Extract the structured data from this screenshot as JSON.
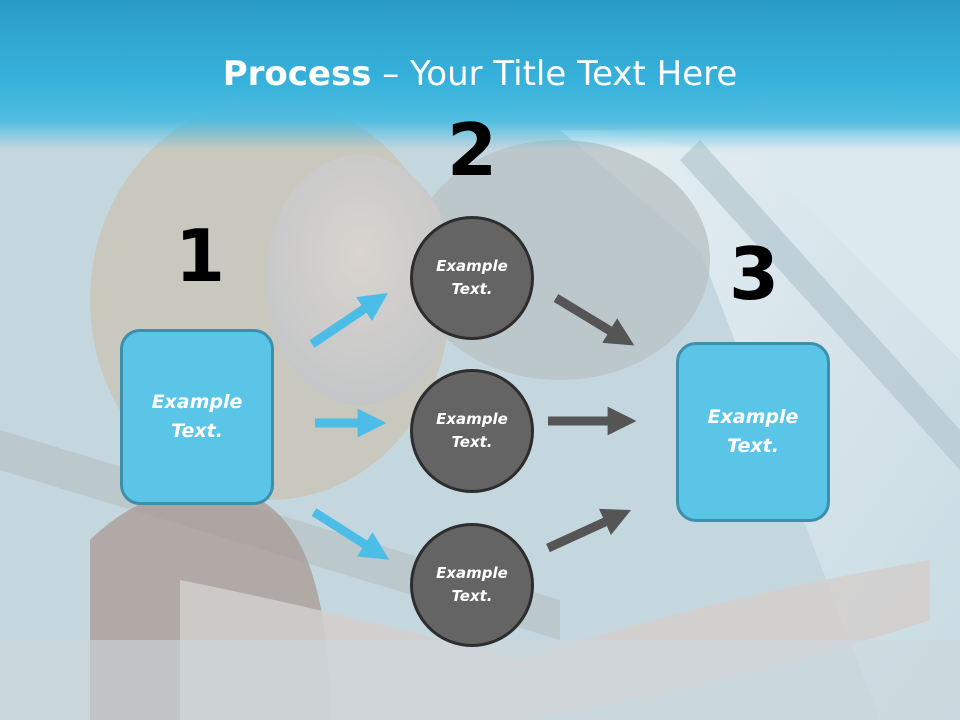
{
  "header": {
    "title_bold": "Process",
    "title_rest": " – Your Title Text Here"
  },
  "steps": {
    "n1": "1",
    "n2": "2",
    "n3": "3"
  },
  "left_box": {
    "text_line1": "Example",
    "text_line2": "Text."
  },
  "circles": [
    {
      "line1": "Example",
      "line2": "Text."
    },
    {
      "line1": "Example",
      "line2": "Text."
    },
    {
      "line1": "Example",
      "line2": "Text."
    }
  ],
  "right_box": {
    "text_line1": "Example",
    "text_line2": "Text."
  },
  "colors": {
    "header": "#37b2dc",
    "box_fill": "#5bc5e8",
    "box_border": "#3e8fab",
    "circle_fill": "#646464",
    "blue_arrow": "#4bbde6",
    "dark_arrow": "#555555"
  }
}
